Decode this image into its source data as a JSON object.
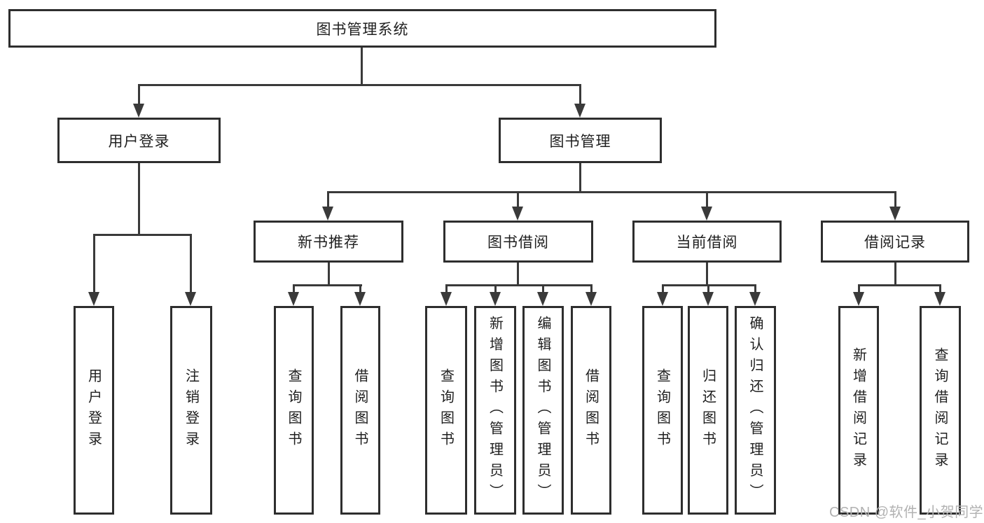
{
  "watermark": {
    "text": "CSDN @软件_小贺同学",
    "color": "#b2b2b2"
  },
  "colors": {
    "box_border": "#2e2e2e",
    "connector_line": "#3a3a3a",
    "text": "#1f1f1f",
    "background": "#ffffff"
  },
  "chart_data": {
    "type": "tree-diagram",
    "title": "图书管理系统"
  },
  "tree": {
    "root": {
      "label": "图书管理系统"
    },
    "branches": [
      {
        "label": "用户登录",
        "children": [
          {
            "label": "用户登录"
          },
          {
            "label": "注销登录"
          }
        ]
      },
      {
        "label": "图书管理",
        "children": [
          {
            "label": "新书推荐",
            "children": [
              {
                "label": "查询图书"
              },
              {
                "label": "借阅图书"
              }
            ]
          },
          {
            "label": "图书借阅",
            "children": [
              {
                "label": "查询图书"
              },
              {
                "label": "新增图书（管理员）"
              },
              {
                "label": "编辑图书（管理员）"
              },
              {
                "label": "借阅图书"
              }
            ]
          },
          {
            "label": "当前借阅",
            "children": [
              {
                "label": "查询图书"
              },
              {
                "label": "归还图书"
              },
              {
                "label": "确认归还（管理员）"
              }
            ]
          },
          {
            "label": "借阅记录",
            "children": [
              {
                "label": "新增借阅记录"
              },
              {
                "label": "查询借阅记录"
              }
            ]
          }
        ]
      }
    ]
  }
}
